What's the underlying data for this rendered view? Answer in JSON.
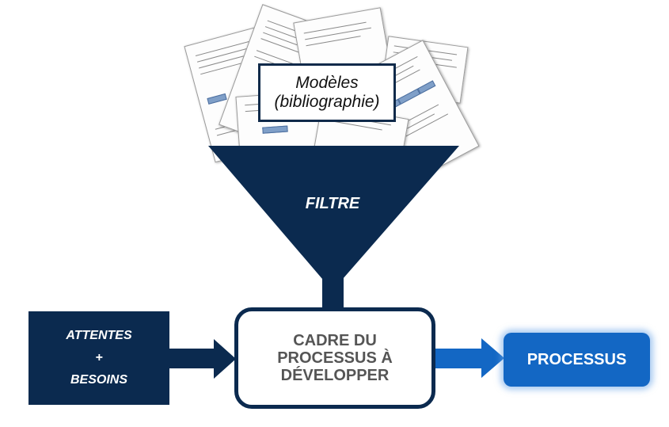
{
  "diagram": {
    "models_label": "Modèles",
    "models_sublabel": "(bibliographie)",
    "filter_label": "FILTRE",
    "inputs": {
      "line1": "ATTENTES",
      "line2": "+",
      "line3": "BESOINS"
    },
    "frame_label": "CADRE DU PROCESSUS À DÉVELOPPER",
    "output_label": "PROCESSUS"
  },
  "colors": {
    "navy": "#0b2a4f",
    "process_blue": "#1367c4",
    "arrow_blue": "#1367c4"
  }
}
